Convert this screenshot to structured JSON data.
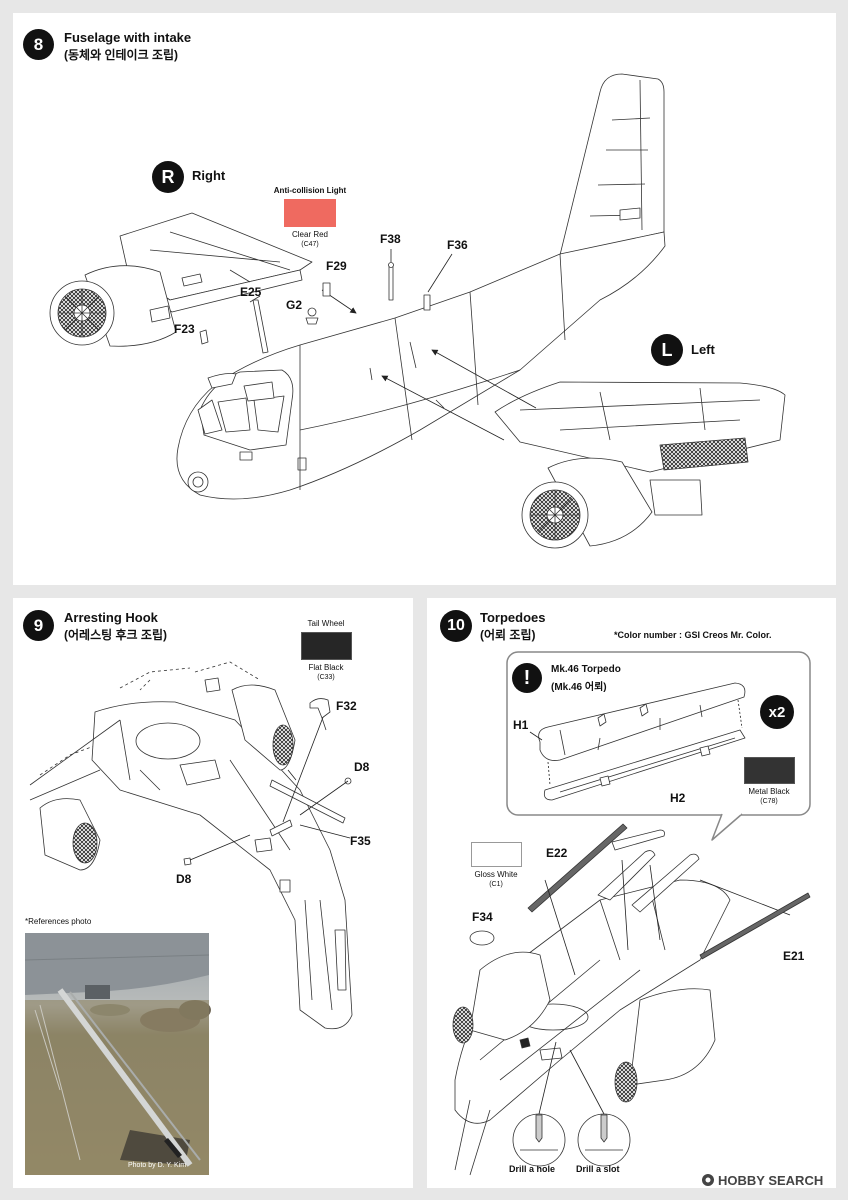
{
  "step8": {
    "number": "8",
    "title": "Fuselage with intake",
    "subtitle": "(동체와 인테이크 조립)",
    "right_badge": "R",
    "right_label": "Right",
    "left_badge": "L",
    "left_label": "Left",
    "paint": {
      "label": "Anti-collision Light",
      "name": "Clear Red",
      "code": "(C47)",
      "color": "#ef6a60"
    },
    "parts": {
      "f38": "F38",
      "f36": "F36",
      "f29": "F29",
      "e25": "E25",
      "g2": "G2",
      "f23": "F23"
    }
  },
  "step9": {
    "number": "9",
    "title": "Arresting Hook",
    "subtitle": "(어레스팅 후크 조립)",
    "paint": {
      "label": "Tail Wheel",
      "name": "Flat Black",
      "code": "(C33)",
      "color": "#262626"
    },
    "parts": {
      "f32": "F32",
      "d8_top": "D8",
      "f35": "F35",
      "d8_bottom": "D8"
    },
    "reference": {
      "label": "*References photo",
      "credit": "Photo by D. Y. Kim"
    }
  },
  "step10": {
    "number": "10",
    "title": "Torpedoes",
    "subtitle": "(어뢰 조립)",
    "color_note": "*Color number : GSI Creos Mr. Color.",
    "callout": {
      "badge": "!",
      "title": "Mk.46 Torpedo",
      "subtitle": "(Mk.46 어뢰)",
      "multiplier": "x2",
      "parts": {
        "h1": "H1",
        "h2": "H2"
      },
      "paint": {
        "name": "Metal Black",
        "code": "(C78)",
        "color": "#333333"
      }
    },
    "paint_white": {
      "name": "Gloss White",
      "code": "(C1)",
      "color": "#ffffff"
    },
    "parts": {
      "e22": "E22",
      "f34": "F34",
      "e21": "E21"
    },
    "drill": {
      "hole": "Drill a hole",
      "slot": "Drill a slot"
    }
  },
  "watermark": {
    "text": "HOBBY SEARCH"
  }
}
